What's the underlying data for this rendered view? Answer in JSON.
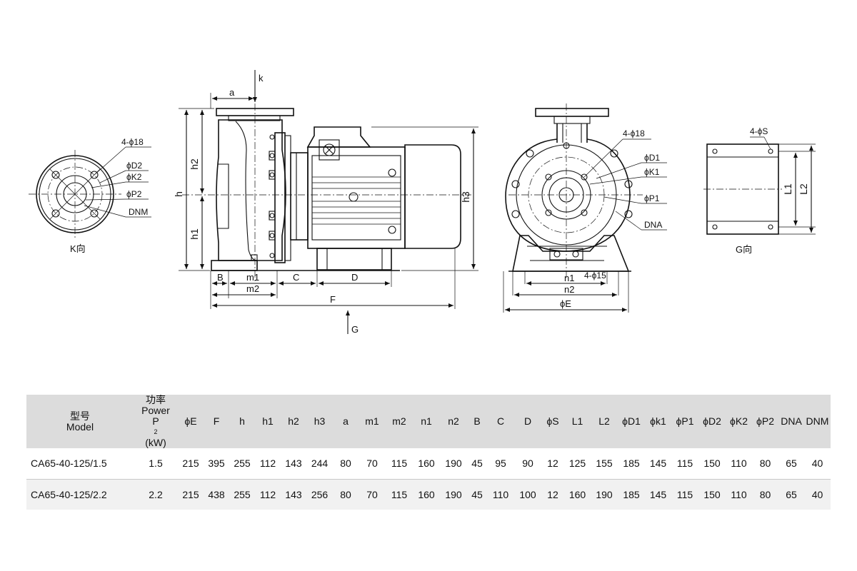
{
  "drawing": {
    "view_k_caption": "K向",
    "view_g_caption": "G向",
    "arrow_k": "k",
    "arrow_g": "G",
    "labels_k_view": [
      "4-ϕ18",
      "ϕD2",
      "ϕK2",
      "ϕP2",
      "DNM"
    ],
    "labels_side_view": [
      "a",
      "h",
      "h2",
      "h1",
      "h3",
      "B",
      "m1",
      "m2",
      "C",
      "D",
      "F"
    ],
    "labels_front_view": [
      "4-ϕ18",
      "ϕD1",
      "ϕK1",
      "ϕP1",
      "DNA",
      "4-ϕ15",
      "n1",
      "n2",
      "ϕE"
    ],
    "labels_g_view": [
      "4-ϕS",
      "L1",
      "L2"
    ]
  },
  "table": {
    "header_model": [
      "型号",
      "Model"
    ],
    "header_power": [
      "功率",
      "Power",
      "P",
      "2",
      "(kW)"
    ],
    "columns": [
      "ϕE",
      "F",
      "h",
      "h1",
      "h2",
      "h3",
      "a",
      "m1",
      "m2",
      "n1",
      "n2",
      "B",
      "C",
      "D",
      "ϕS",
      "L1",
      "L2",
      "ϕD1",
      "ϕk1",
      "ϕP1",
      "ϕD2",
      "ϕK2",
      "ϕP2",
      "DNA",
      "DNM"
    ],
    "rows": [
      {
        "model": "CA65-40-125/1.5",
        "power": "1.5",
        "values": [
          "215",
          "395",
          "255",
          "112",
          "143",
          "244",
          "80",
          "70",
          "115",
          "160",
          "190",
          "45",
          "95",
          "90",
          "12",
          "125",
          "155",
          "185",
          "145",
          "115",
          "150",
          "110",
          "80",
          "65",
          "40"
        ]
      },
      {
        "model": "CA65-40-125/2.2",
        "power": "2.2",
        "values": [
          "215",
          "438",
          "255",
          "112",
          "143",
          "256",
          "80",
          "70",
          "115",
          "160",
          "190",
          "45",
          "110",
          "100",
          "12",
          "160",
          "190",
          "185",
          "145",
          "115",
          "150",
          "110",
          "80",
          "65",
          "40"
        ]
      }
    ]
  }
}
